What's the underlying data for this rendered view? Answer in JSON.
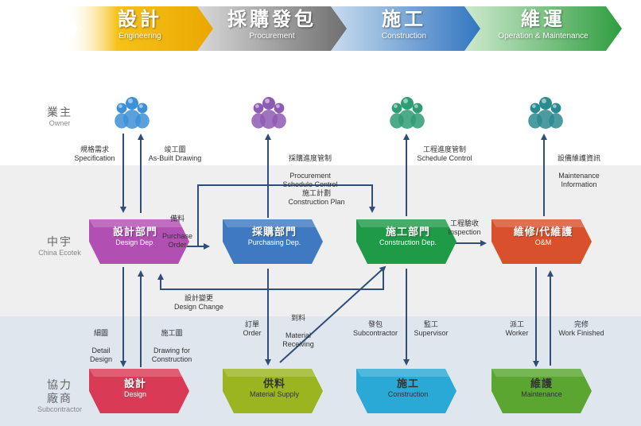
{
  "phases": [
    {
      "zh": "設計",
      "en": "Engineering",
      "color": "#f2b200"
    },
    {
      "zh": "採購發包",
      "en": "Procurement",
      "color": "#8a8a8a"
    },
    {
      "zh": "施工",
      "en": "Construction",
      "color": "#3c7fc4"
    },
    {
      "zh": "維運",
      "en": "Operation & Maintenance",
      "color": "#3aa846"
    }
  ],
  "rows": {
    "owner": {
      "zh": "業主",
      "en": "Owner"
    },
    "china": {
      "zh": "中宇",
      "en": "China Ecotek"
    },
    "sub": {
      "zh": "協力\n廠商",
      "en": "Subcontractor"
    }
  },
  "owner_icon_colors": [
    "#3d8fd6",
    "#8e5bb3",
    "#2e9c74",
    "#2b8a8f"
  ],
  "mid_boxes": [
    {
      "zh": "設計部門",
      "en": "Design Dep.",
      "color": "#b24fb3"
    },
    {
      "zh": "採購部門",
      "en": "Purchasing Dep.",
      "color": "#3f79c2"
    },
    {
      "zh": "施工部門",
      "en": "Construction Dep.",
      "color": "#1f9a47"
    },
    {
      "zh": "維修/代維護",
      "en": "O&M",
      "color": "#d9512c"
    }
  ],
  "sub_boxes": [
    {
      "zh": "設計",
      "en": "Design",
      "color": "#d93a55"
    },
    {
      "zh": "供料",
      "en": "Material Supply",
      "color": "#9bb521"
    },
    {
      "zh": "施工",
      "en": "Construction",
      "color": "#2aa9d6"
    },
    {
      "zh": "維護",
      "en": "Maintenance",
      "color": "#5aa630"
    }
  ],
  "labels": {
    "spec": {
      "zh": "規格需求",
      "en": "Specification"
    },
    "asbuilt": {
      "zh": "竣工圖",
      "en": "As-Built Drawing"
    },
    "proc_sched": {
      "zh": "採購進度管制",
      "en": "Procurement\nSchedule Control"
    },
    "sched_ctrl": {
      "zh": "工程進度管制",
      "en": "Schedule Control"
    },
    "maint_info": {
      "zh": "設備維護資訊",
      "en": "Maintenance\nInformation"
    },
    "purchase_order": {
      "zh": "備料",
      "en": "Purchase\nOrder"
    },
    "constr_plan": {
      "zh": "施工計劃",
      "en": "Construction Plan"
    },
    "inspection": {
      "zh": "工程驗收",
      "en": "Inspection"
    },
    "design_change": {
      "zh": "設計變更",
      "en": "Design Change"
    },
    "detail": {
      "zh": "細圖",
      "en": "Detail\nDesign"
    },
    "drawing_constr": {
      "zh": "施工圖",
      "en": "Drawing for\nConstruction"
    },
    "order": {
      "zh": "訂單",
      "en": "Order"
    },
    "material_recv": {
      "zh": "到料",
      "en": "Material\nReceiving"
    },
    "subcontractor": {
      "zh": "發包",
      "en": "Subcontractor"
    },
    "supervisor": {
      "zh": "監工",
      "en": "Supervisor"
    },
    "worker": {
      "zh": "派工",
      "en": "Worker"
    },
    "work_finished": {
      "zh": "完修",
      "en": "Work Finished"
    }
  }
}
